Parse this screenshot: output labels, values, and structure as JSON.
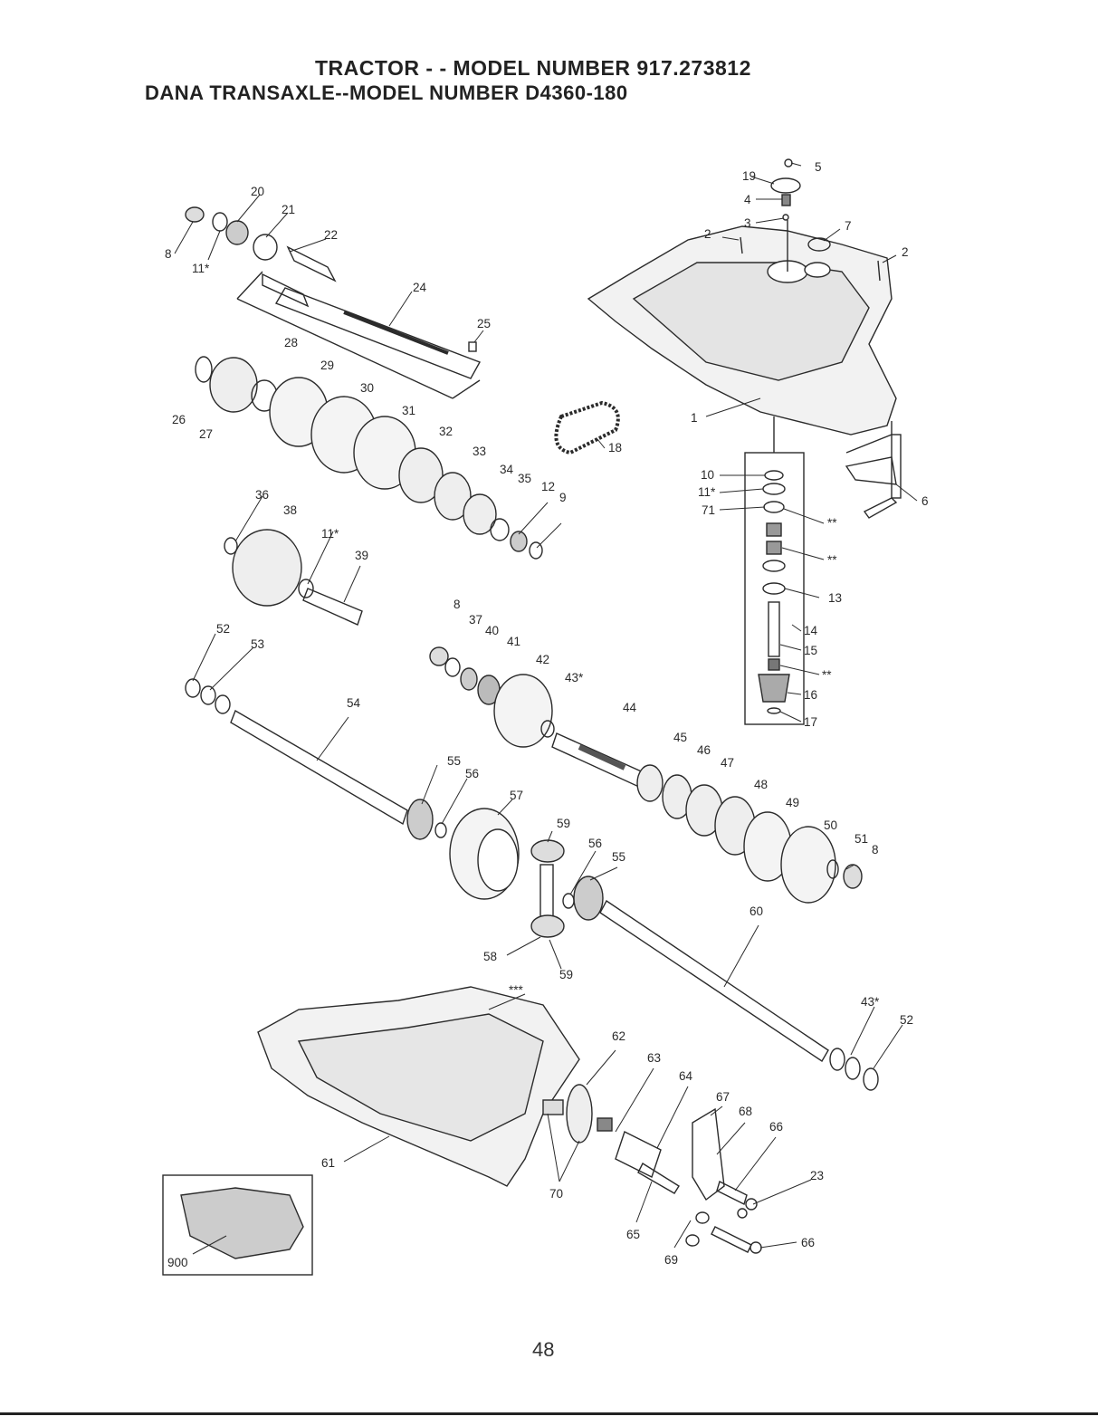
{
  "header": {
    "title_line1": "TRACTOR - - MODEL NUMBER 917.273812",
    "title_line2": "DANA TRANSAXLE--MODEL NUMBER D4360-180"
  },
  "page_number": "48",
  "part_labels": [
    "1",
    "2",
    "2",
    "3",
    "4",
    "5",
    "6",
    "7",
    "8",
    "8",
    "8",
    "9",
    "10",
    "11*",
    "11*",
    "11*",
    "12",
    "13",
    "14",
    "15",
    "16",
    "17",
    "18",
    "19",
    "20",
    "21",
    "22",
    "23",
    "24",
    "25",
    "26",
    "27",
    "28",
    "29",
    "30",
    "31",
    "32",
    "33",
    "34",
    "35",
    "36",
    "37",
    "38",
    "39",
    "40",
    "41",
    "42",
    "43*",
    "43*",
    "44",
    "45",
    "46",
    "47",
    "48",
    "49",
    "50",
    "51",
    "52",
    "52",
    "53",
    "54",
    "55",
    "55",
    "56",
    "56",
    "57",
    "58",
    "59",
    "59",
    "60",
    "61",
    "62",
    "63",
    "64",
    "65",
    "66",
    "66",
    "67",
    "68",
    "69",
    "70",
    "71",
    "900",
    "**",
    "**",
    "**",
    "***"
  ]
}
